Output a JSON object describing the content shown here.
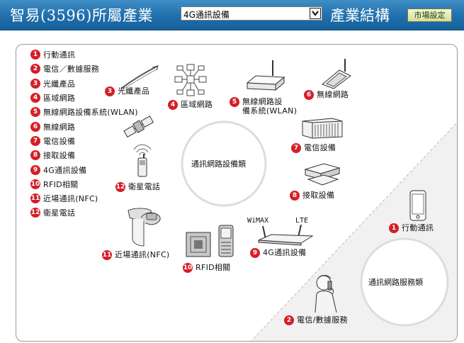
{
  "header": {
    "title": "智易(3596)所屬產業",
    "industry_select": {
      "value": "4G通訊設備"
    },
    "structure_title": "產業結構",
    "market_button": "市場設定"
  },
  "legend": [
    {
      "num": "1",
      "label": "行動通訊"
    },
    {
      "num": "2",
      "label": "電信／數據服務"
    },
    {
      "num": "3",
      "label": "光纖產品"
    },
    {
      "num": "4",
      "label": "區域網路"
    },
    {
      "num": "5",
      "label": "無線網路設備系統(WLAN)"
    },
    {
      "num": "6",
      "label": "無線網路"
    },
    {
      "num": "7",
      "label": "電信設備"
    },
    {
      "num": "8",
      "label": "接取設備"
    },
    {
      "num": "9",
      "label": "4G通訊設備"
    },
    {
      "num": "10",
      "label": "RFID相關"
    },
    {
      "num": "11",
      "label": "近場通訊(NFC)"
    },
    {
      "num": "12",
      "label": "衛星電話"
    }
  ],
  "diagram": {
    "ring_equipment": "通訊網路設備類",
    "ring_service": "通訊網路服務類",
    "wimax_label": "WiMAX",
    "lte_label": "LTE",
    "items": {
      "fiber": {
        "num": "3",
        "label": "光纖產品"
      },
      "lan": {
        "num": "4",
        "label": "區域網路"
      },
      "wlan_line1": "無線網路設",
      "wlan_line2": "備系統(WLAN)",
      "wlan_num": "5",
      "wireless": {
        "num": "6",
        "label": "無線網路"
      },
      "telecom_equip": {
        "num": "7",
        "label": "電信設備"
      },
      "access_equip": {
        "num": "8",
        "label": "接取設備"
      },
      "sat_phone": {
        "num": "12",
        "label": "衛星電話"
      },
      "mobile": {
        "num": "1",
        "label": "行動通訊"
      },
      "g4": {
        "num": "9",
        "label": "4G通訊設備"
      },
      "nfc": {
        "num": "11",
        "label": "近場通訊(NFC)"
      },
      "rfid": {
        "num": "10",
        "label": "RFID相關"
      },
      "telecom_service": {
        "num": "2",
        "label": "電信/數據服務"
      }
    }
  }
}
